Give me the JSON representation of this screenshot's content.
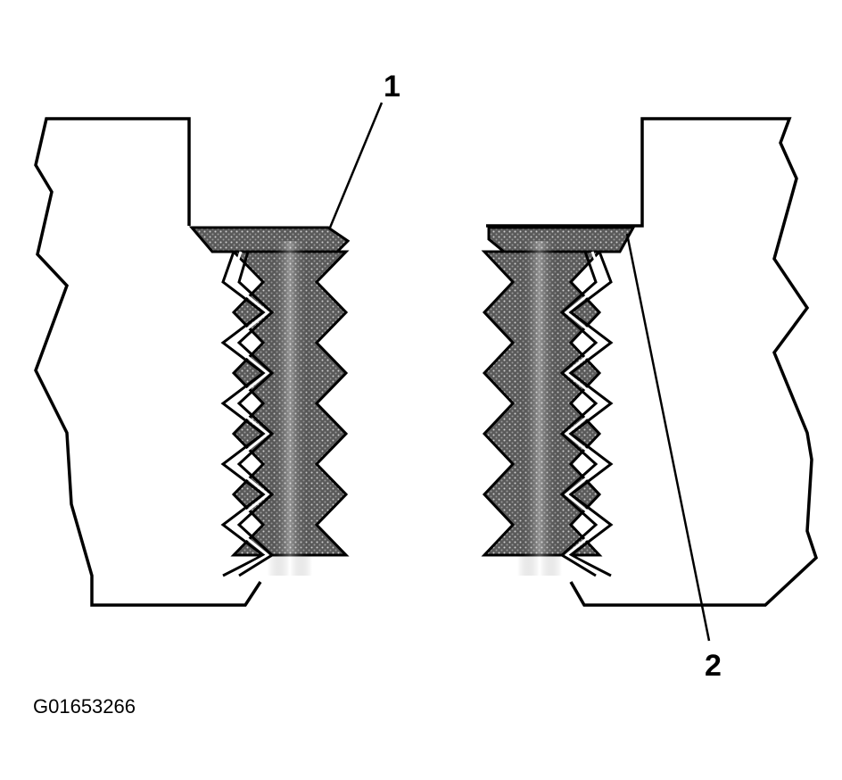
{
  "callouts": {
    "label_1": "1",
    "label_2": "2"
  },
  "figure_id": "G01653266",
  "colors": {
    "line": "#000000",
    "background": "#ffffff",
    "thread_fill_dark": "#3a3a3a",
    "thread_fill_light": "#bdbdbd"
  }
}
